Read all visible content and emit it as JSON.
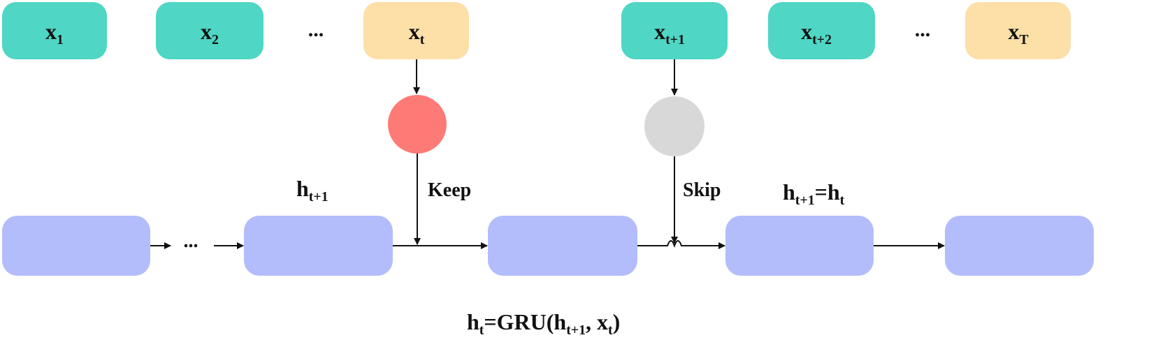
{
  "colors": {
    "input_normal": "#4fd6c5",
    "input_highlight": "#fddfa8",
    "hidden_state": "#b3bdfb",
    "keep_gate": "#fe7a76",
    "skip_gate": "#d8d8d8",
    "line": "#111111"
  },
  "inputs": [
    {
      "id": "x1",
      "base": "x",
      "sub": "1",
      "highlight": false
    },
    {
      "id": "x2",
      "base": "x",
      "sub": "2",
      "highlight": false
    },
    {
      "id": "dots1",
      "ellipsis": "..."
    },
    {
      "id": "xt",
      "base": "x",
      "sub": "t",
      "highlight": true
    },
    {
      "id": "xt1",
      "base": "x",
      "sub": "t+1",
      "highlight": false
    },
    {
      "id": "xt2",
      "base": "x",
      "sub": "t+2",
      "highlight": false
    },
    {
      "id": "dots2",
      "ellipsis": "..."
    },
    {
      "id": "xT",
      "base": "x",
      "sub": "T",
      "highlight": true
    }
  ],
  "gates": {
    "keep": {
      "label": "Keep"
    },
    "skip": {
      "label": "Skip"
    }
  },
  "hidden_chain_ellipsis": "...",
  "labels": {
    "h_prev": {
      "base": "h",
      "sub": "t+1"
    },
    "h_copy": {
      "lhs_base": "h",
      "lhs_sub": "t+1",
      "eq": "=",
      "rhs_base": "h",
      "rhs_sub": "t"
    },
    "gru_formula": {
      "a": "h",
      "a_sub": "t",
      "b": "=GRU(h",
      "b_sub": "t+1",
      "c": ", x",
      "c_sub": "t",
      "d": ")"
    }
  }
}
